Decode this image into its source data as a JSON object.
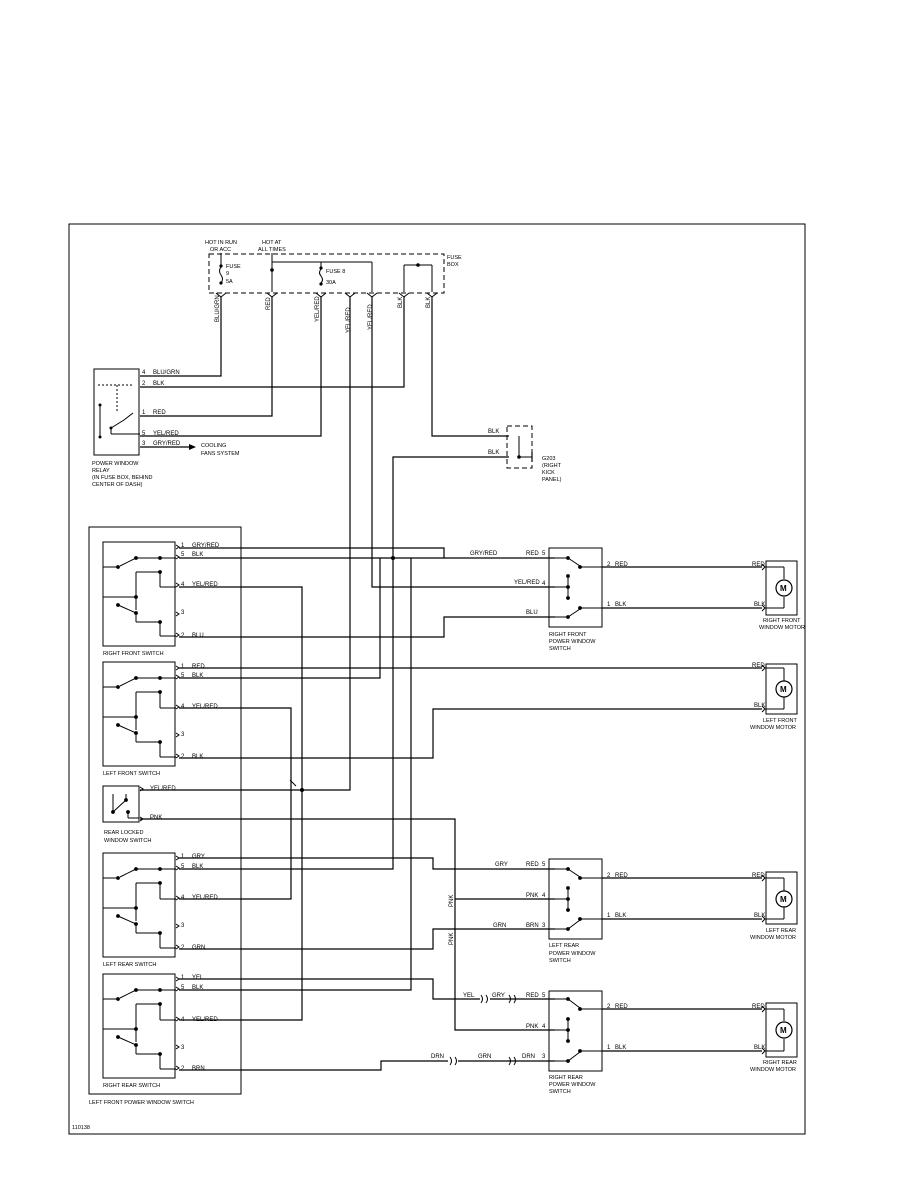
{
  "diagram_code": "110138",
  "fuse_box": {
    "label_line1": "FUSE",
    "label_line2": "BOX",
    "hot_run_line1": "HOT IN RUN",
    "hot_run_line2": "OR ACC",
    "hot_always_line1": "HOT AT",
    "hot_always_line2": "ALL TIMES",
    "fuse9_line1": "FUSE",
    "fuse9_line2": "9",
    "fuse9_line3": "5A",
    "fuse8_line1": "FUSE 8",
    "fuse8_line2": "30A"
  },
  "fuse_wires": [
    "BLU/GRN",
    "RED",
    "YEL/RED",
    "YEL/RED",
    "YEL/RED",
    "BLK",
    "BLK"
  ],
  "relay": {
    "caption": [
      "POWER WINDOW",
      "RELAY",
      "(IN FUSE BOX, BEHIND",
      "CENTER OF DASH)"
    ],
    "pins": [
      {
        "num": "4",
        "wire": "BLU/GRN"
      },
      {
        "num": "2",
        "wire": "BLK"
      },
      {
        "num": "1",
        "wire": "RED"
      },
      {
        "num": "5",
        "wire": "YEL/RED"
      },
      {
        "num": "3",
        "wire": "GRY/RED"
      }
    ],
    "cooling_line1": "COOLING",
    "cooling_line2": "FANS SYSTEM"
  },
  "ground": {
    "wire1": "BLK",
    "wire2": "BLK",
    "caption": [
      "G203",
      "(RIGHT",
      "KICK",
      "PANEL)"
    ]
  },
  "master_switch_caption": "LEFT FRONT POWER WINDOW SWITCH",
  "rf_switch": {
    "caption": "RIGHT FRONT SWITCH",
    "pins": [
      {
        "num": "1",
        "wire": "GRY/RED"
      },
      {
        "num": "5",
        "wire": "BLK"
      },
      {
        "num": "4",
        "wire": "YEL/RED"
      },
      {
        "num": "3",
        "wire": ""
      },
      {
        "num": "2",
        "wire": "BLU"
      }
    ]
  },
  "lf_switch": {
    "caption": "LEFT FRONT SWITCH",
    "pins": [
      {
        "num": "1",
        "wire": "RED"
      },
      {
        "num": "5",
        "wire": "BLK"
      },
      {
        "num": "4",
        "wire": "YEL/RED"
      },
      {
        "num": "3",
        "wire": ""
      },
      {
        "num": "2",
        "wire": "BLK"
      }
    ]
  },
  "lock_switch": {
    "caption_line1": "REAR LOCKED",
    "caption_line2": "WINDOW SWITCH",
    "wire1": "YEL/RED",
    "wire2": "PNK"
  },
  "lr_switch": {
    "caption": "LEFT REAR SWITCH",
    "pins": [
      {
        "num": "1",
        "wire": "GRY"
      },
      {
        "num": "5",
        "wire": "BLK"
      },
      {
        "num": "4",
        "wire": "YEL/RED"
      },
      {
        "num": "3",
        "wire": ""
      },
      {
        "num": "2",
        "wire": "GRN"
      }
    ]
  },
  "rr_switch": {
    "caption": "RIGHT REAR SWITCH",
    "pins": [
      {
        "num": "1",
        "wire": "YEL"
      },
      {
        "num": "5",
        "wire": "BLK"
      },
      {
        "num": "4",
        "wire": "YEL/RED"
      },
      {
        "num": "3",
        "wire": ""
      },
      {
        "num": "2",
        "wire": "BRN"
      }
    ]
  },
  "rf_window_switch": {
    "caption": [
      "RIGHT FRONT",
      "POWER WINDOW",
      "SWITCH"
    ],
    "in_wires": [
      "GRY/RED",
      "YEL/RED",
      "BLU"
    ],
    "pin_labels": [
      {
        "num": "5",
        "wire": "RED"
      },
      {
        "num": "4",
        "wire": ""
      },
      {
        "num": "",
        "wire": "BLU"
      }
    ],
    "out": [
      {
        "num": "2",
        "wire": "RED"
      },
      {
        "num": "1",
        "wire": "BLK"
      }
    ]
  },
  "lr_window_switch": {
    "caption": [
      "LEFT REAR",
      "POWER WINDOW",
      "SWITCH"
    ],
    "in_wires": [
      "GRY",
      "PNK",
      "GRN"
    ],
    "pin_labels": [
      {
        "num": "5",
        "wire": "RED"
      },
      {
        "num": "4",
        "wire": "PNK"
      },
      {
        "num": "3",
        "wire": "BRN"
      }
    ],
    "out": [
      {
        "num": "2",
        "wire": "RED"
      },
      {
        "num": "1",
        "wire": "BLK"
      }
    ]
  },
  "rr_window_switch": {
    "caption": [
      "RIGHT REAR",
      "POWER WINDOW",
      "SWITCH"
    ],
    "in_wires": [
      "YEL",
      "GRY",
      "PNK",
      "DRN",
      "GRN"
    ],
    "pin_labels": [
      {
        "num": "5",
        "wire": "RED"
      },
      {
        "num": "4",
        "wire": "PNK"
      },
      {
        "num": "3",
        "wire": "DRN"
      }
    ],
    "out": [
      {
        "num": "2",
        "wire": "RED"
      },
      {
        "num": "1",
        "wire": "BLK"
      }
    ]
  },
  "motors": {
    "symbol": "M",
    "rf": {
      "caption": [
        "RIGHT FRONT",
        "WINDOW MOTOR"
      ],
      "top_wire": "RED",
      "bottom_wire": "BLK"
    },
    "lf": {
      "caption": [
        "LEFT FRONT",
        "WINDOW MOTOR"
      ],
      "top_wire": "RED",
      "bottom_wire": "BLK"
    },
    "lr": {
      "caption": [
        "LEFT REAR",
        "WINDOW MOTOR"
      ],
      "top_wire": "RED",
      "bottom_wire": "BLK"
    },
    "rr": {
      "caption": [
        "RIGHT REAR",
        "WINDOW MOTOR"
      ],
      "top_wire": "RED",
      "bottom_wire": "BLK"
    }
  },
  "vertical_labels": {
    "pnk_a": "PNK",
    "pnk_b": "PNK"
  }
}
